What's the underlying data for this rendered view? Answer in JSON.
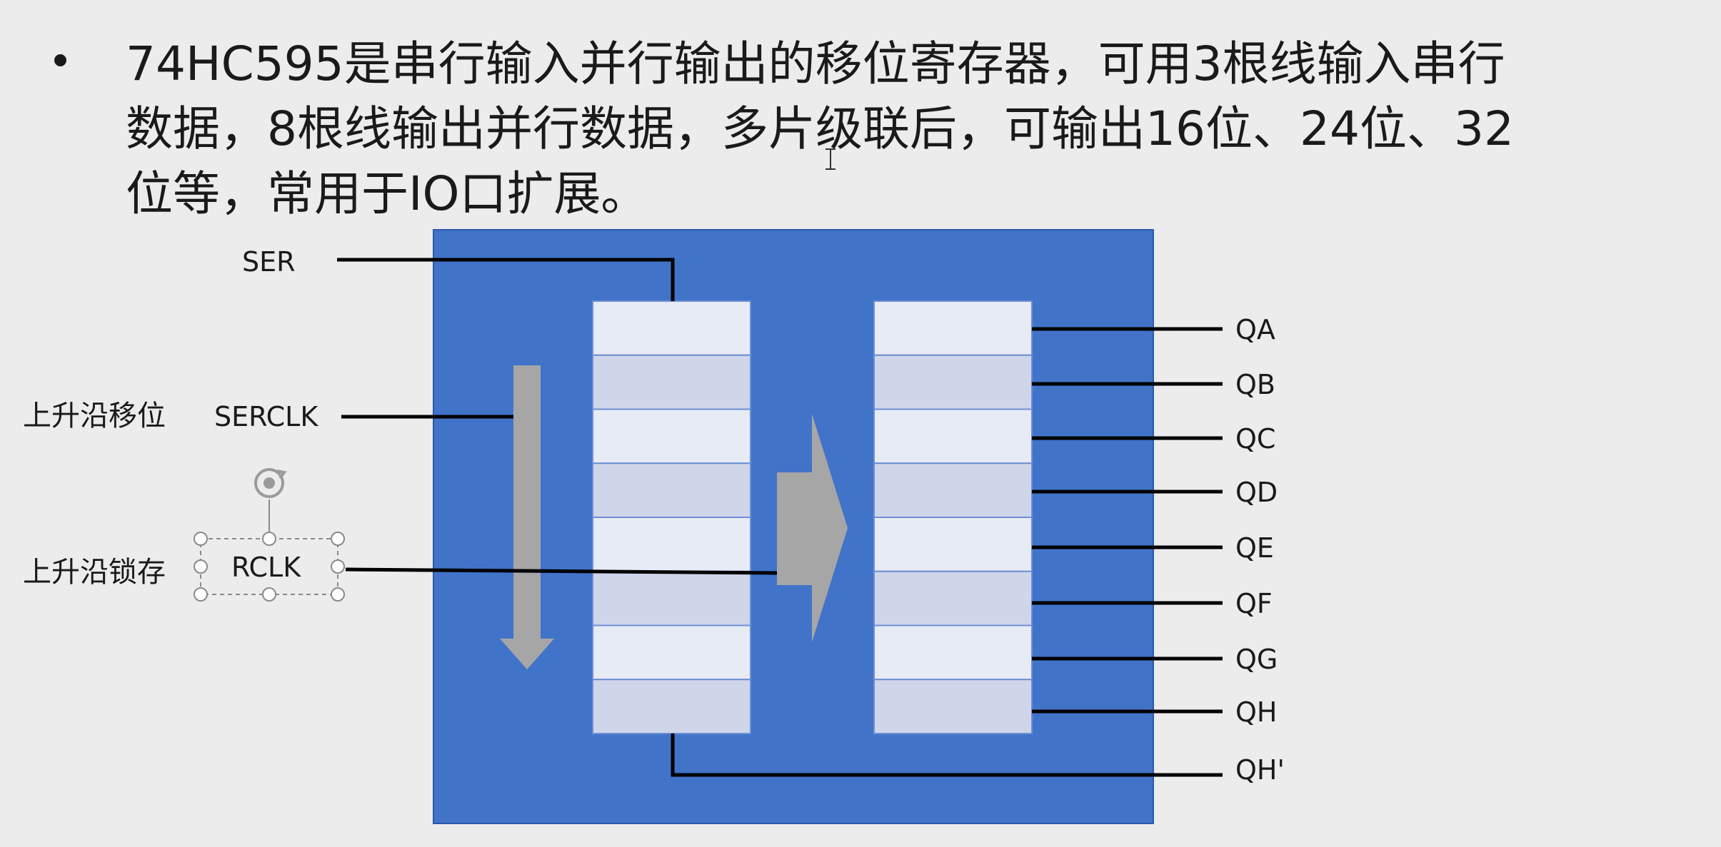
{
  "description": {
    "lines": [
      "74HC595是串行输入并行输出的移位寄存器，可用3根线输入串行",
      "数据，8根线输出并行数据，多片级联后，可输出16位、24位、32",
      "位等，常用于IO口扩展。"
    ]
  },
  "diagram": {
    "inputs": {
      "ser": "SER",
      "serclk": "SERCLK",
      "rclk": "RCLK"
    },
    "annotations": {
      "shift_on_rising": "上升沿移位",
      "latch_on_rising": "上升沿锁存"
    },
    "outputs": [
      "QA",
      "QB",
      "QC",
      "QD",
      "QE",
      "QF",
      "QG",
      "QH"
    ],
    "cascade_output": "QH'",
    "register_cells": 8,
    "colors": {
      "chip": "#4173c9",
      "cell_light": "#e7ebf5",
      "cell_dark": "#cfd6ea",
      "arrow": "#a6a6a6",
      "wire": "#000000"
    }
  }
}
